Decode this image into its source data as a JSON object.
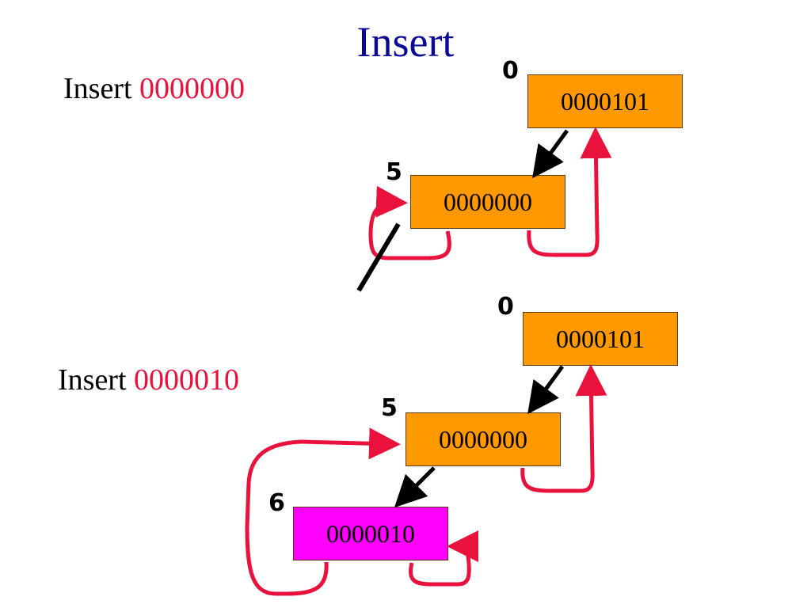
{
  "title": "Insert",
  "top": {
    "caption_prefix": "Insert",
    "caption_value": "0000000",
    "root": {
      "index": "0",
      "key": "0000101"
    },
    "child": {
      "index": "5",
      "key": "0000000"
    }
  },
  "bottom": {
    "caption_prefix": "Insert",
    "caption_value": "0000010",
    "root": {
      "index": "0",
      "key": "0000101"
    },
    "child": {
      "index": "5",
      "key": "0000000"
    },
    "grandchild": {
      "index": "6",
      "key": "0000010"
    }
  },
  "colors": {
    "title": "#0a0a96",
    "highlight_text": "#e8123c",
    "node_fill": "#ff9900",
    "new_node_fill": "#ff00ff",
    "back_arrow": "#e8123c",
    "child_arrow": "#000000"
  }
}
